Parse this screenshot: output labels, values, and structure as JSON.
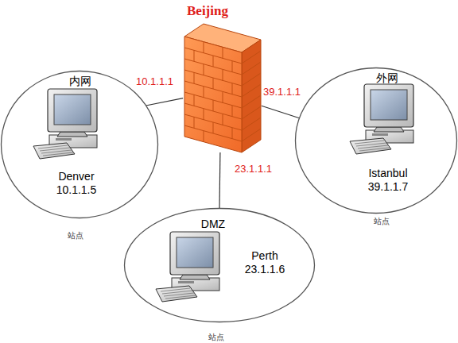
{
  "diagram": {
    "nodes": [
      {
        "text": [
          "Beijing"
        ]
      },
      {
        "text": [
          "内网",
          "Denver 10.1.1.5"
        ]
      },
      {
        "text": [
          "外网",
          "Istanbul 39.1.1.7"
        ]
      },
      {
        "text": [
          "DMZ",
          "Perth 23.1.1.6"
        ]
      }
    ],
    "edges": [
      {
        "from": 0,
        "to": 1,
        "label": "10.1.1.1",
        "arrow": "none"
      },
      {
        "from": 0,
        "to": 2,
        "label": "39.1.1.1",
        "arrow": "none"
      },
      {
        "from": 0,
        "to": 3,
        "label": "23.1.1.1",
        "arrow": "none"
      }
    ],
    "labels": [
      "站点",
      "站点",
      "站点"
    ]
  }
}
